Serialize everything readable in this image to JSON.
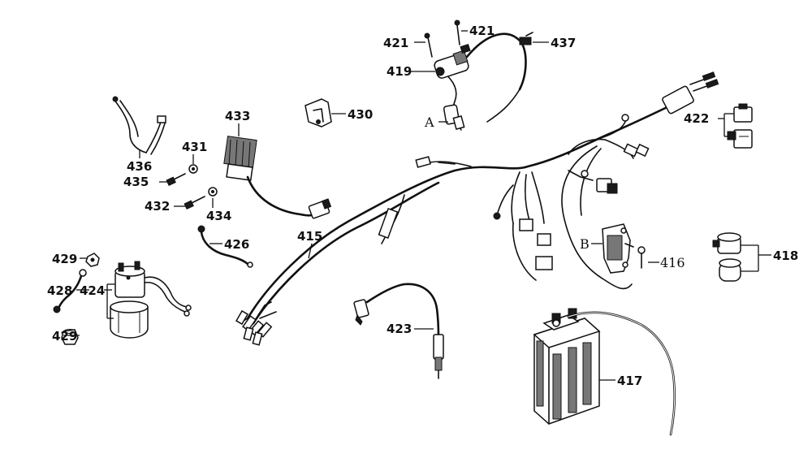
{
  "labels": {
    "p415": "415",
    "p416": "416",
    "p417": "417",
    "p418": "418",
    "p419": "419",
    "p421a": "421",
    "p421b": "421",
    "p422": "422",
    "p423": "423",
    "p424": "424",
    "p426": "426",
    "p428": "428",
    "p429a": "429",
    "p429b": "429",
    "p430": "430",
    "p431": "431",
    "p432": "432",
    "p433": "433",
    "p434": "434",
    "p435": "435",
    "p436": "436",
    "p437": "437",
    "connA": "A",
    "connB": "B"
  }
}
